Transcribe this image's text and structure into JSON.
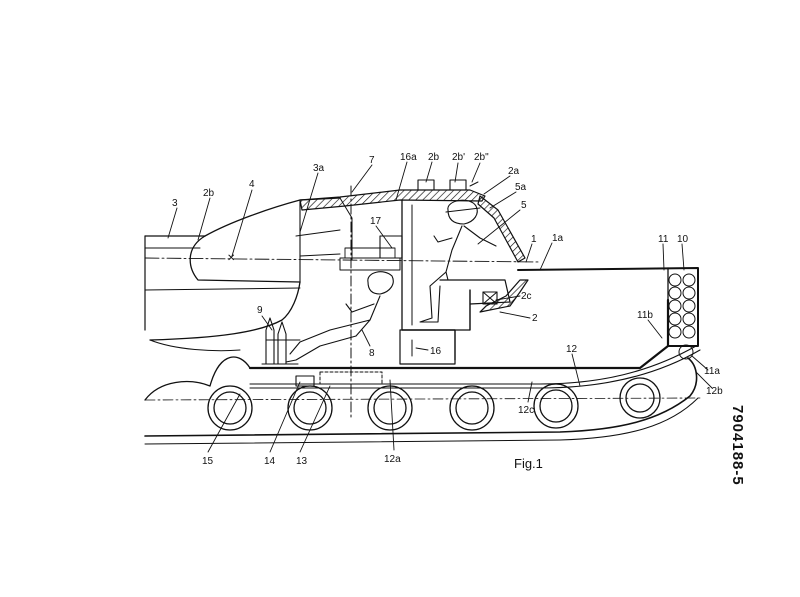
{
  "figure": {
    "caption": "Fig.1",
    "document_number": "7904188-5",
    "labels": {
      "l3": "3",
      "l2b_left": "2b",
      "l4": "4",
      "l3a": "3a",
      "l7": "7",
      "l16a": "16a",
      "l2b": "2b",
      "l2b1": "2b'",
      "l2b2": "2b\"",
      "l2a": "2a",
      "l5a": "5a",
      "l5": "5",
      "l1": "1",
      "l1a": "1a",
      "l11": "11",
      "l10": "10",
      "l17": "17",
      "l2c": "2c",
      "l2": "2",
      "l9": "9",
      "l8": "8",
      "l16": "16",
      "l11b": "11b",
      "l12": "12",
      "l11a": "11a",
      "l12b": "12b",
      "l12c": "12c",
      "l15": "15",
      "l14": "14",
      "l13": "13",
      "l12a": "12a"
    }
  }
}
